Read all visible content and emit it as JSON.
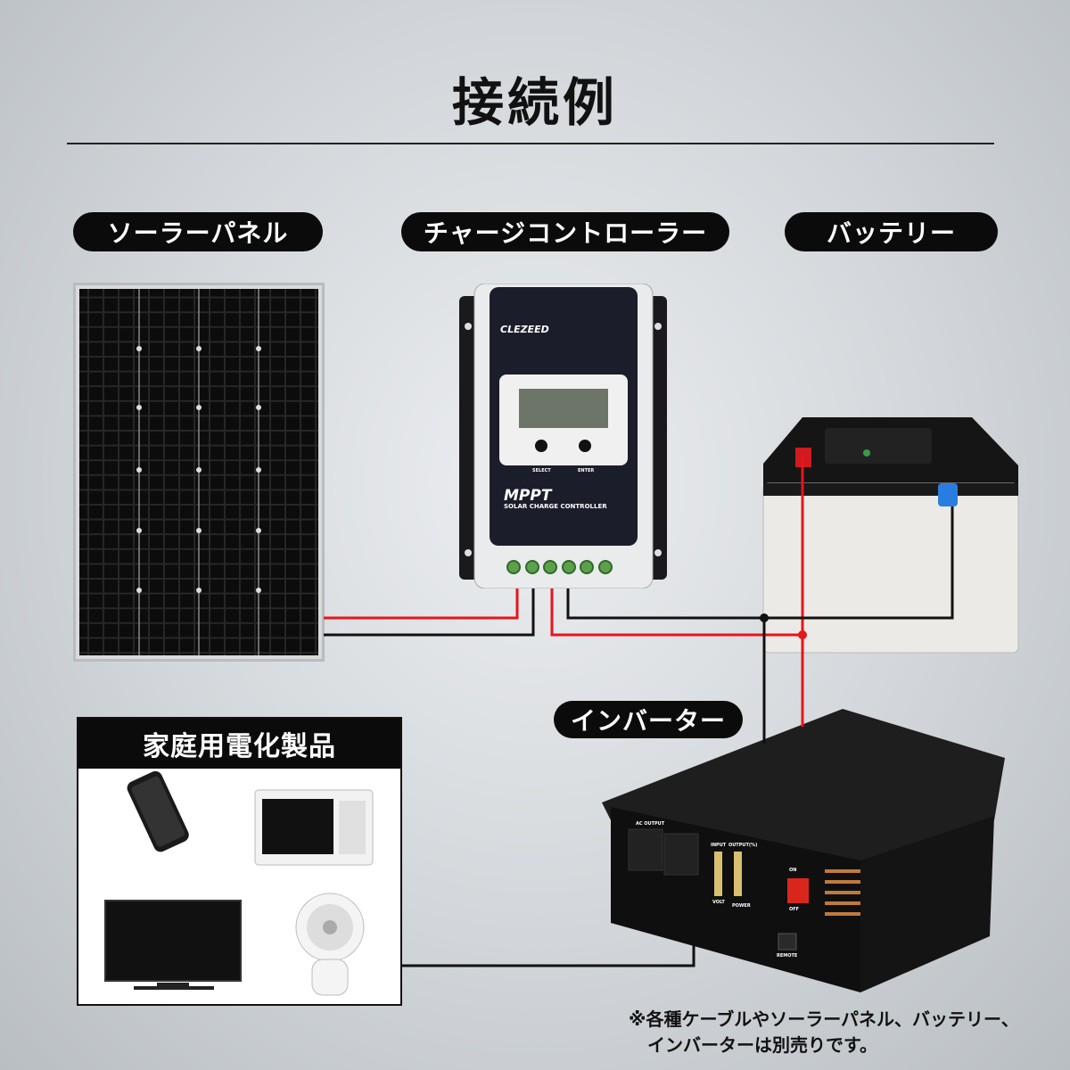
{
  "title": "接続例",
  "labels": {
    "solar_panel": "ソーラーパネル",
    "charge_controller": "チャージコントローラー",
    "battery": "バッテリー",
    "inverter": "インバーター",
    "appliances": "家庭用電化製品"
  },
  "controller": {
    "brand": "CLEZEED",
    "button_left": "SELECT",
    "button_right": "ENTER",
    "model": "MPPT",
    "subtitle": "SOLAR CHARGE CONTROLLER"
  },
  "inverter_panel": {
    "outlet_label": "AC OUTPUT",
    "input_label": "INPUT",
    "output_label": "OUTPUT(%)",
    "volt_label": "VOLT",
    "power_label": "POWER",
    "on_label": "ON",
    "off_label": "OFF",
    "remote_label": "REMOTE"
  },
  "footnote": {
    "line1": "※各種ケーブルやソーラーパネル、バッテリー、",
    "line2": "インバーターは別売りです。"
  },
  "colors": {
    "positive_wire": "#e8141b",
    "negative_wire": "#111111",
    "label_bg": "#0b0b0b"
  }
}
